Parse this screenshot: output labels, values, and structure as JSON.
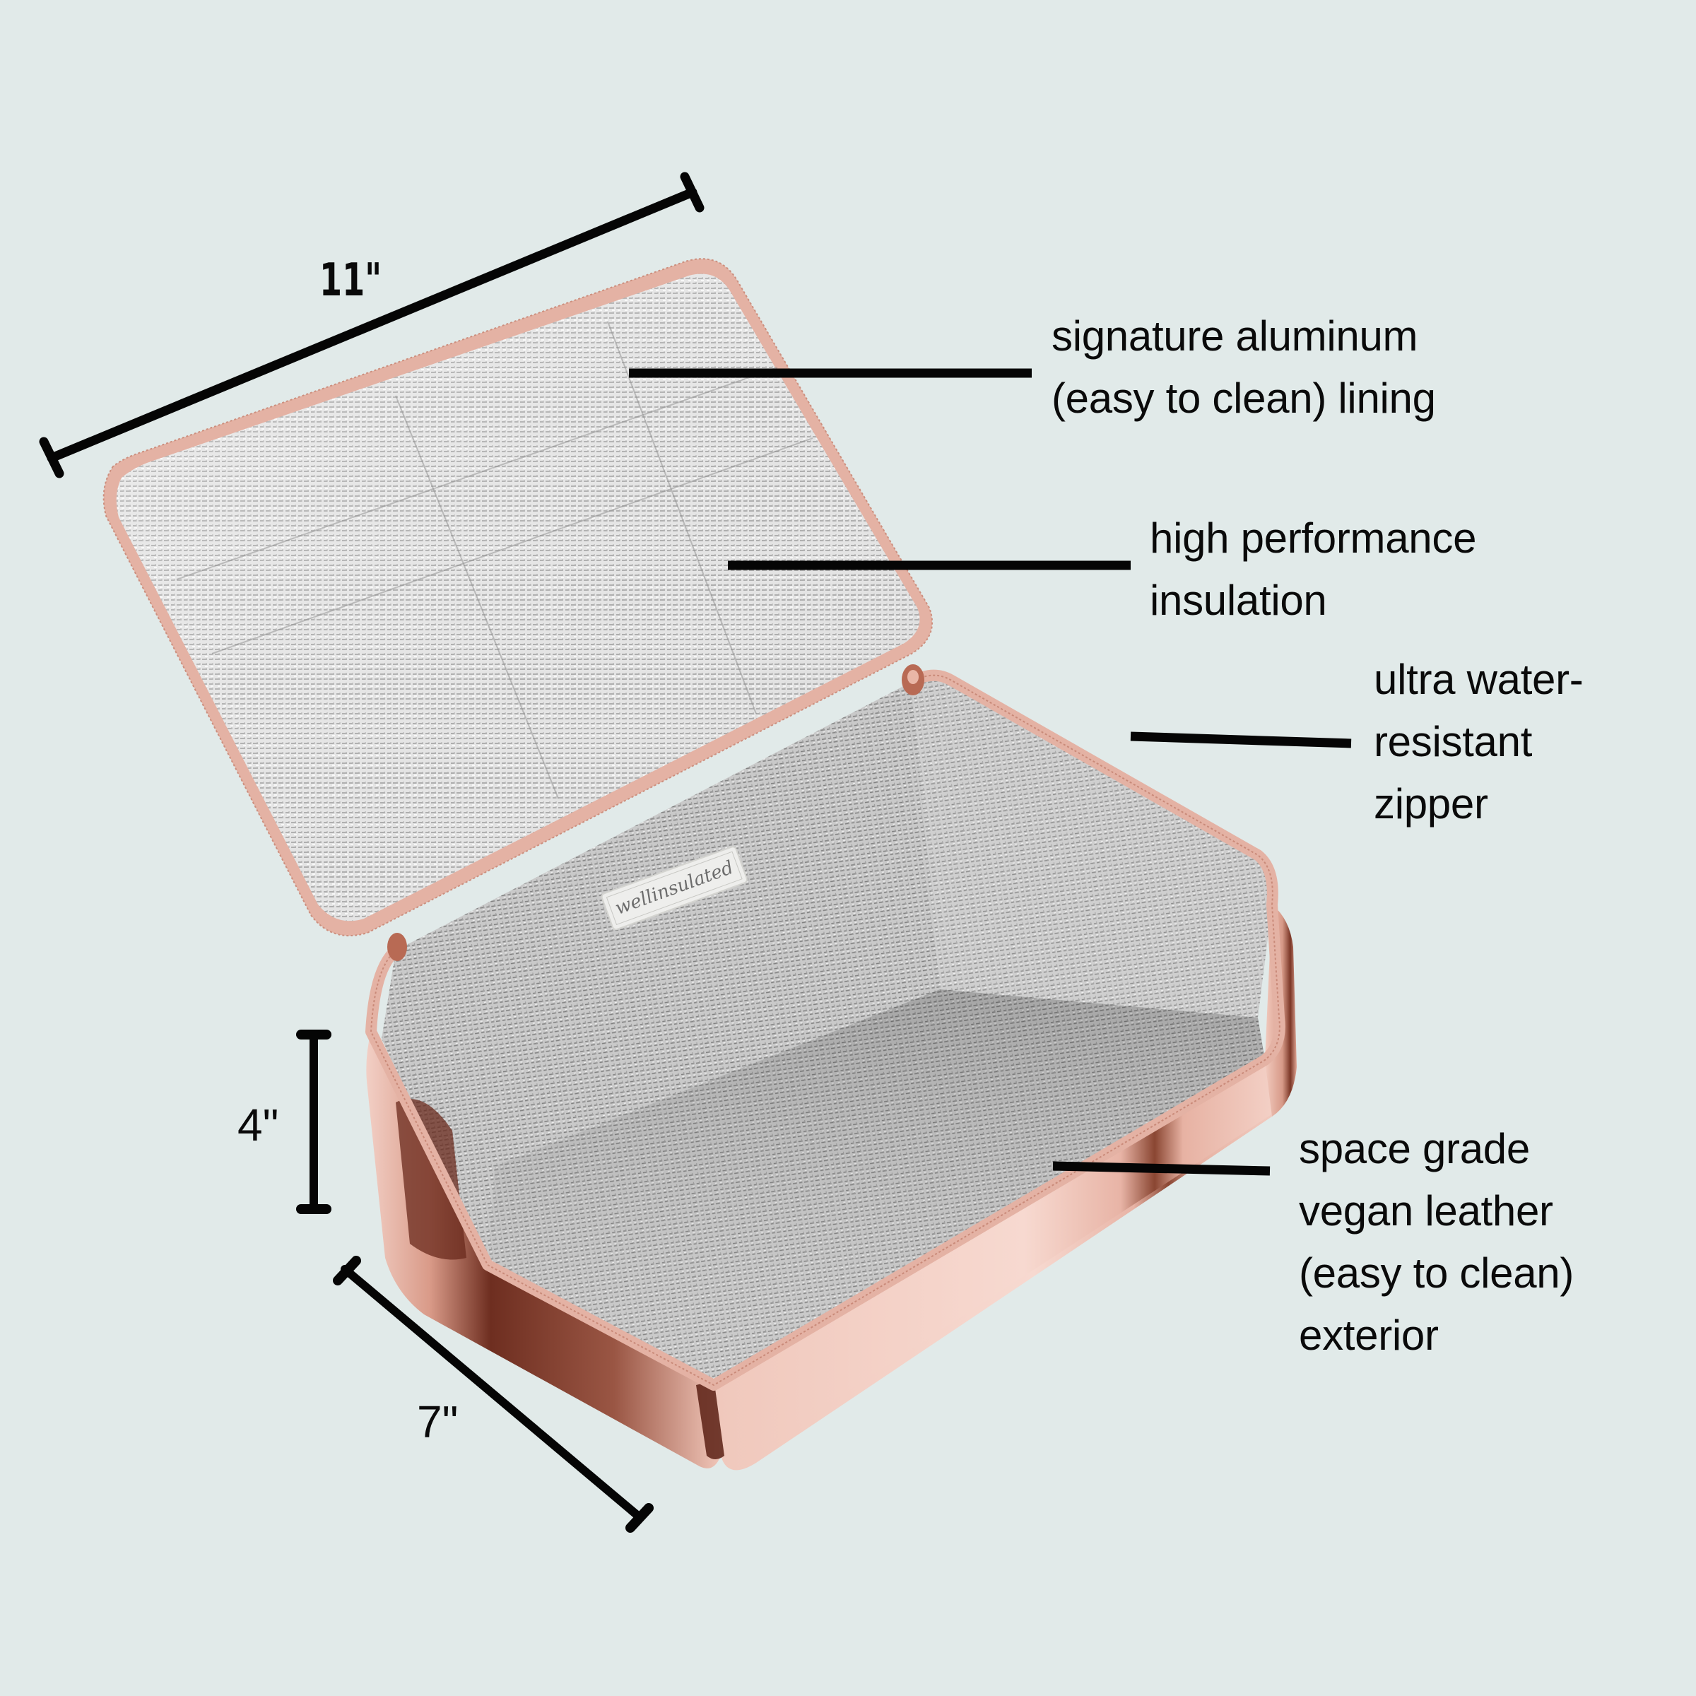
{
  "colors": {
    "background": "#E1EAE9",
    "text": "#0A0A0A",
    "leader_line": "#050505",
    "rose_gold_light": "#F3CFC4",
    "rose_gold_mid": "#E6AE9E",
    "rose_gold_dark": "#7A3A2A",
    "zipper": "#E4B2A4",
    "foil_light": "#EDEDED",
    "foil_dark": "#9A9A9A"
  },
  "product": {
    "brand_tag": "wellinsulated",
    "description": "open rose-gold insulated lunch bag with silver foil lining"
  },
  "dimensions": {
    "length": {
      "label": "11\""
    },
    "height": {
      "label": "4\""
    },
    "depth": {
      "label": "7\""
    }
  },
  "features": [
    {
      "lines": [
        "signature aluminum",
        "(easy to clean) lining"
      ]
    },
    {
      "lines": [
        "high performance",
        "insulation"
      ]
    },
    {
      "lines": [
        "ultra water-",
        "resistant",
        "zipper"
      ]
    },
    {
      "lines": [
        "space grade",
        "vegan leather",
        "(easy to clean)",
        "exterior"
      ]
    }
  ]
}
